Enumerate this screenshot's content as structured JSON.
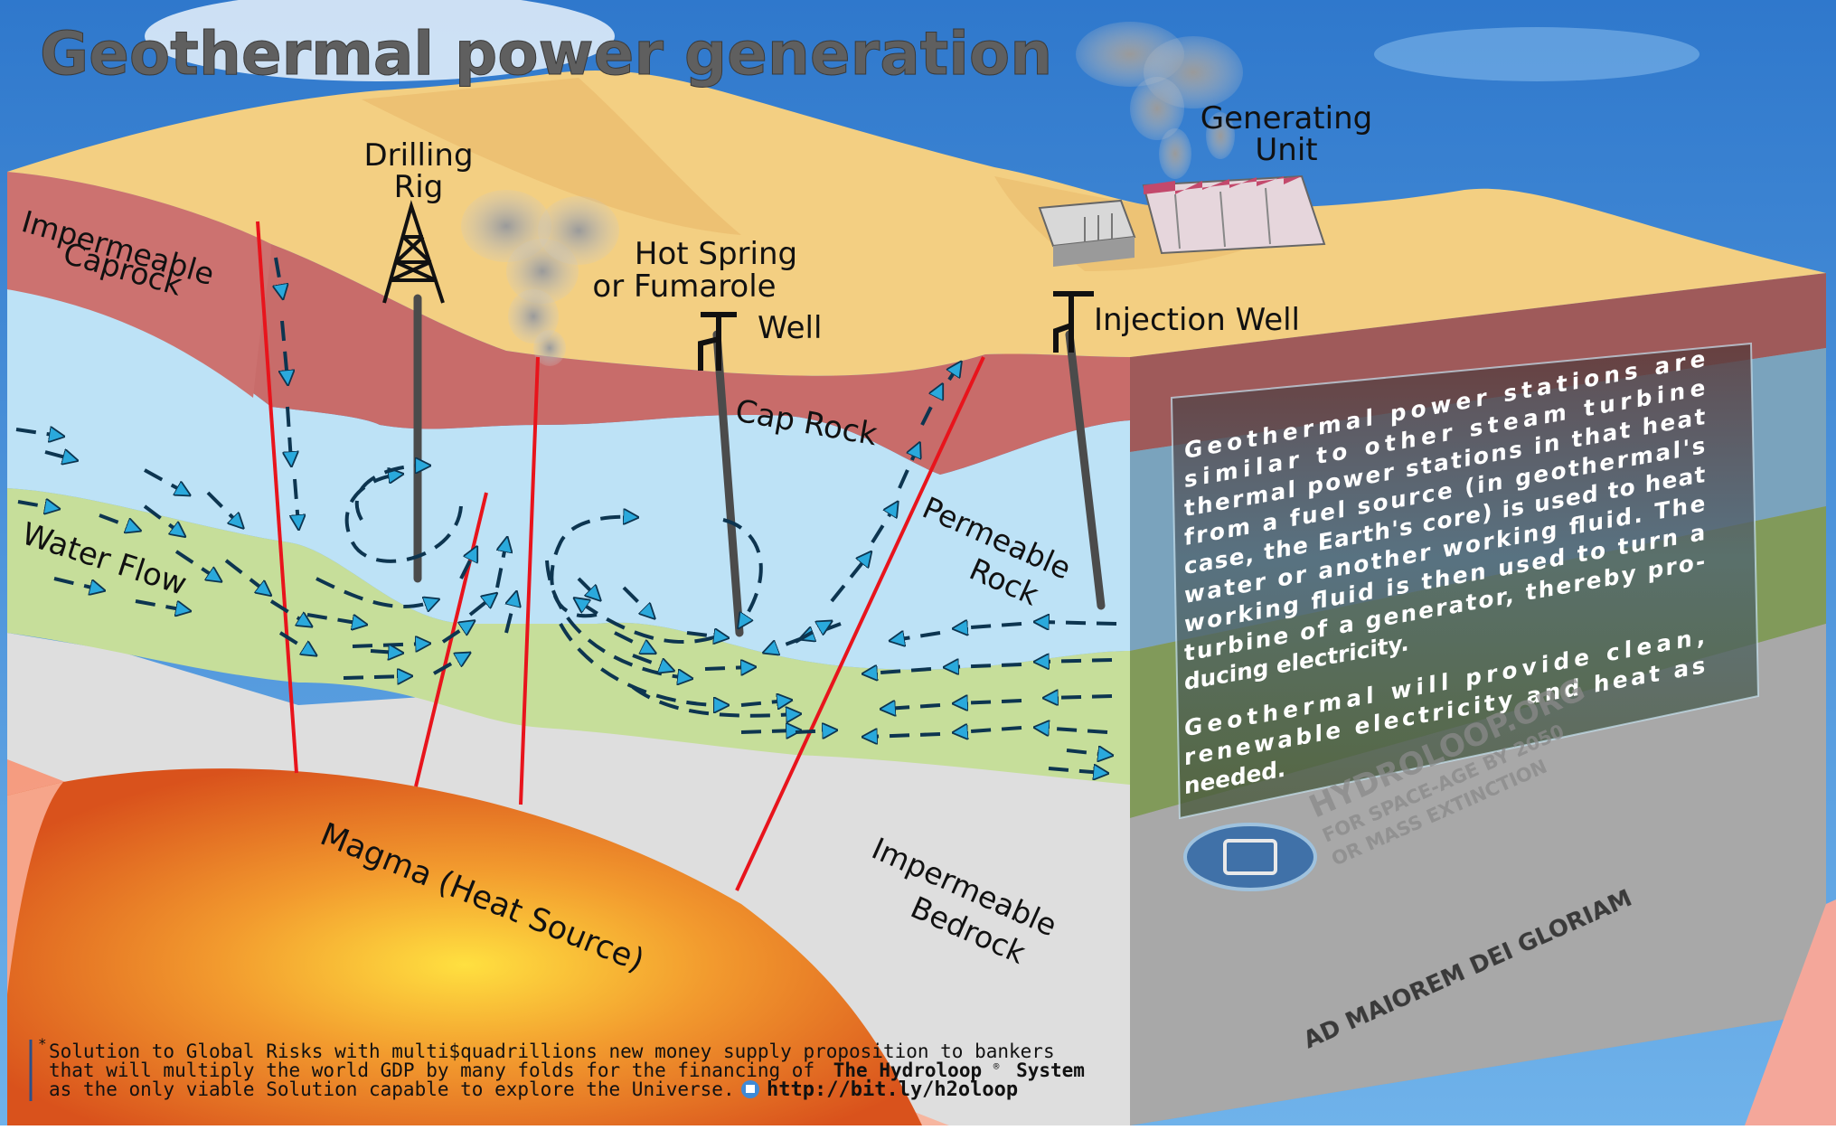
{
  "title": "Geothermal power generation",
  "labels": {
    "drilling_rig_1": "Drilling",
    "drilling_rig_2": "Rig",
    "hot_spring_1": "Hot Spring",
    "hot_spring_2": "or Fumarole",
    "well": "Well",
    "generating_unit_1": "Generating",
    "generating_unit_2": "Unit",
    "injection_well": "Injection Well",
    "impermeable_caprock_1": "Impermeable",
    "impermeable_caprock_2": "Caprock",
    "cap_rock": "Cap Rock",
    "water_flow": "Water Flow",
    "permeable_rock_1": "Permeable",
    "permeable_rock_2": "Rock",
    "magma": "Magma (Heat Source)",
    "impermeable_bedrock_1": "Impermeable",
    "impermeable_bedrock_2": "Bedrock"
  },
  "info_panel": {
    "lines": [
      "Geothermal power stations are",
      "similar to other steam turbine",
      "thermal power stations in that heat",
      "from a fuel source (in geothermal's",
      "case, the Earth's core) is used to heat",
      "water or another working fluid. The",
      "working fluid is then used to turn a",
      "turbine of a generator, thereby pro-",
      "ducing electricity.",
      "",
      "Geothermal will provide clean,",
      "renewable electricity and heat as",
      "needed."
    ]
  },
  "watermark": {
    "name": "HYDROLOOP.ORG",
    "line1": "FOR SPACE-AGE BY 2050",
    "line2": "OR MASS EXTINCTION",
    "motto": "AD MAIOREM DEI GLORIAM"
  },
  "footnote": {
    "asterisk": "*",
    "line1": "Solution to Global Risks with multi$quadrillions new money supply proposition to bankers",
    "line2_a": "that will multiply the world GDP by many folds for the financing of",
    "line2_b": "The Hydroloop",
    "line2_reg": "®",
    "line2_c": "System",
    "line3": "as the only viable Solution capable to explore the Universe.",
    "link": "http://bit.ly/h2oloop"
  },
  "colors": {
    "sky": "#3a86d4",
    "sand": "#f3cf82",
    "caprock": "#c86c6a",
    "permeable": "#b9e0f4",
    "water_flow_layer": "#c4dd98",
    "bedrock": "#dcdcdc",
    "magma": "#e8762a",
    "deep": "#f6a58a",
    "fault": "#e8141c",
    "arrow_head": "#2aa9dc"
  }
}
